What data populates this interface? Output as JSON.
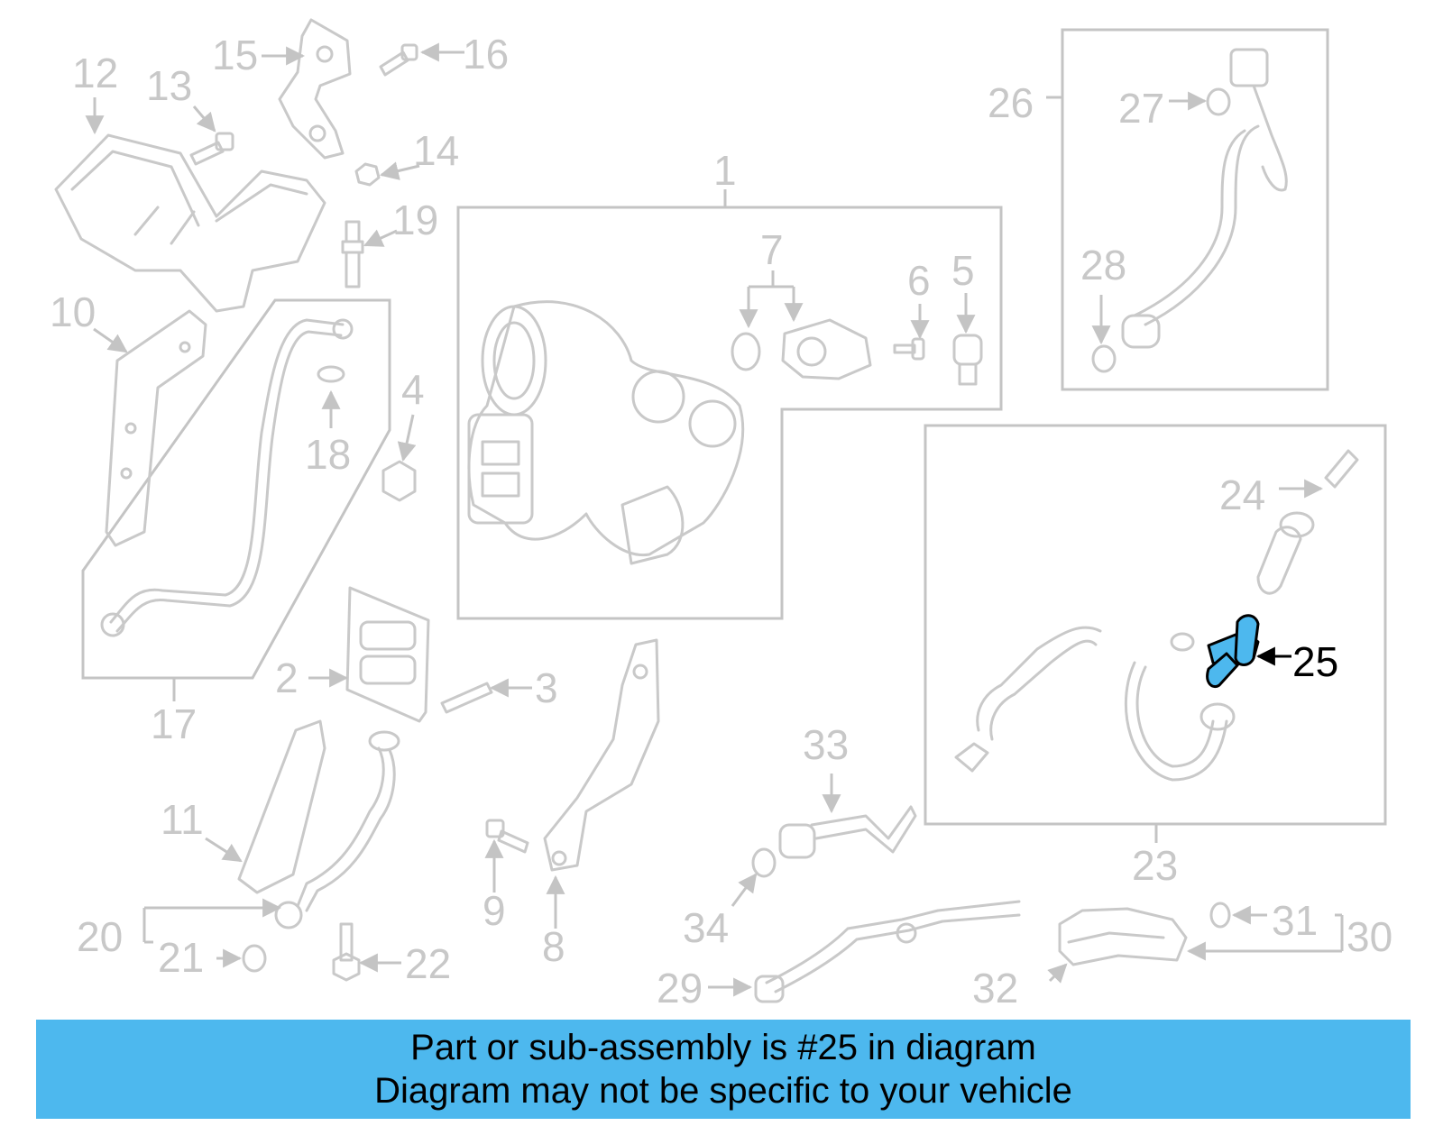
{
  "callouts": [
    "1",
    "2",
    "3",
    "4",
    "5",
    "6",
    "7",
    "8",
    "9",
    "10",
    "11",
    "12",
    "13",
    "14",
    "15",
    "16",
    "17",
    "18",
    "19",
    "20",
    "21",
    "22",
    "23",
    "24",
    "25",
    "26",
    "27",
    "28",
    "29",
    "30",
    "31",
    "32",
    "33",
    "34"
  ],
  "highlighted_part": "25",
  "banner": {
    "line1": "Part or sub-assembly is #25 in diagram",
    "line2": "Diagram may not be specific to your vehicle"
  },
  "colors": {
    "banner_background": "#4db8ee",
    "highlight_part": "#4db8ee",
    "line_art": "#c9c9c9"
  }
}
